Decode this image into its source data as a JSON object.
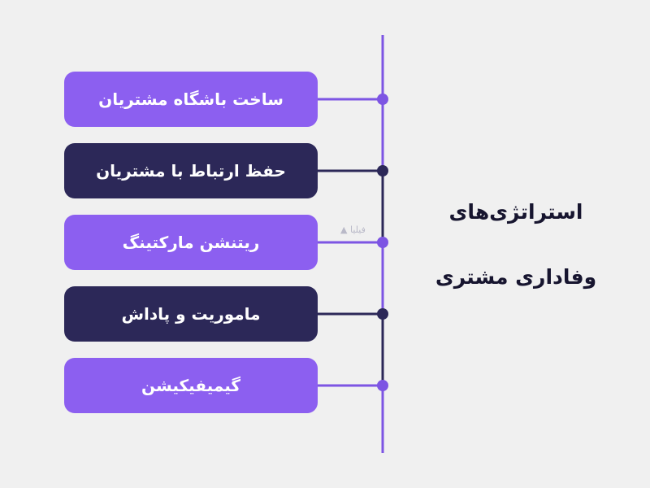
{
  "title_lines": [
    "استراتژی‌های",
    "وفاداری مشتری"
  ],
  "items": [
    {
      "label": "ساخت باشگاه مشتریان",
      "style": "light"
    },
    {
      "label": "حفظ ارتباط با مشتریان",
      "style": "dark"
    },
    {
      "label": "ریتنشن مارکتینگ",
      "style": "light"
    },
    {
      "label": "ماموریت و پاداش",
      "style": "dark"
    },
    {
      "label": "گیمیفیکیشن",
      "style": "light"
    }
  ],
  "watermark": "فیلیا",
  "colors": {
    "background": "#f0f0f0",
    "light": "#8c5ff0",
    "dark": "#2c2858",
    "line": "#7d55e3",
    "title": "#17152f"
  }
}
